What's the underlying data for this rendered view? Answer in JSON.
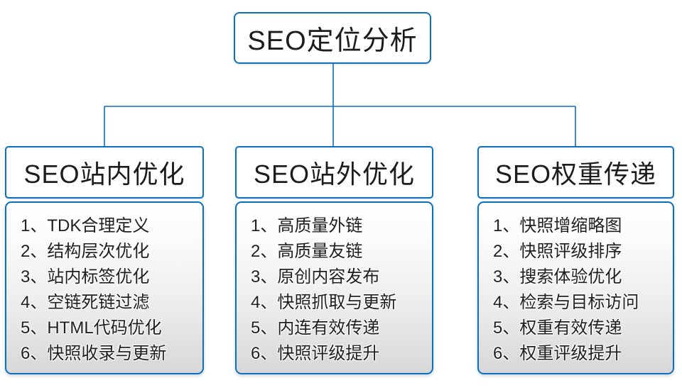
{
  "root": {
    "title": "SEO定位分析"
  },
  "columns": [
    {
      "title": "SEO站内优化",
      "items": [
        "1、TDK合理定义",
        "2、结构层次优化",
        "3、站内标签优化",
        "4、空链死链过滤",
        "5、HTML代码优化",
        "6、快照收录与更新"
      ]
    },
    {
      "title": "SEO站外优化",
      "items": [
        "1、高质量外链",
        "2、高质量友链",
        "3、原创内容发布",
        "4、快照抓取与更新",
        "5、内连有效传递",
        "6、快照评级提升"
      ]
    },
    {
      "title": "SEO权重传递",
      "items": [
        "1、快照增缩略图",
        "2、快照评级排序",
        "3、搜索体验优化",
        "4、检索与目标访问",
        "5、权重有效传递",
        "6、权重评级提升"
      ]
    }
  ],
  "colors": {
    "connector_blue": "#0b70c0",
    "border_blue": "#0b70c0",
    "body_gradient_top": "#ffffff",
    "body_gradient_bottom": "#d7d7d7",
    "text": "#1f1f1f"
  }
}
